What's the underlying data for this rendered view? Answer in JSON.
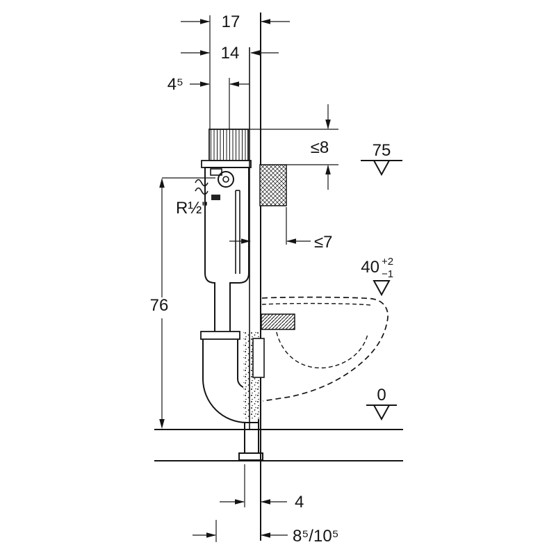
{
  "colors": {
    "line": "#141414",
    "background": "#ffffff"
  },
  "drawing": {
    "type": "installation-dimension-drawing",
    "labels": {
      "frame_depth": "17",
      "cistern_depth": "14",
      "flush_pipe_offset": "4⁵",
      "max_top_cover": "≤8",
      "actuator_level": "75",
      "water_supply_thread": "R½\"",
      "max_wall_lining": "≤7",
      "pan_level": "40",
      "pan_level_tol_plus": "+2",
      "pan_level_tol_minus": "−1",
      "supply_height": "76",
      "floor_level": "0",
      "pipe_to_wall": "4",
      "outlet_offset": "8⁵/10⁵"
    }
  }
}
